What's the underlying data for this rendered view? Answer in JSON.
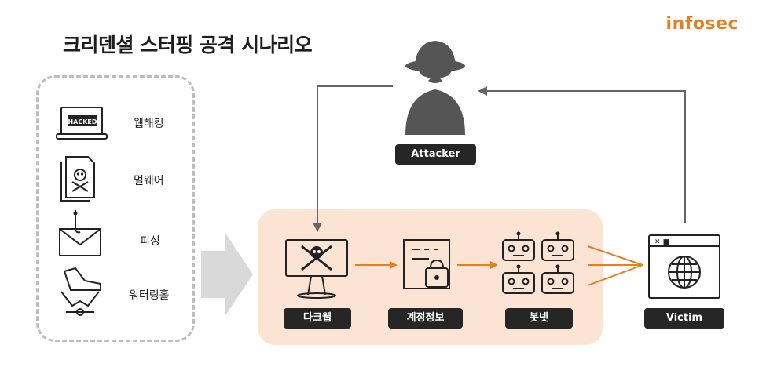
{
  "title": "크리덴셜 스터핑 공격 시나리오",
  "brand": "infosec",
  "methods": [
    {
      "label": "웹해킹",
      "icon": "hacked-laptop-icon",
      "icon_text": "HACKED"
    },
    {
      "label": "멀웨어",
      "icon": "malware-file-icon"
    },
    {
      "label": "피싱",
      "icon": "phishing-envelope-icon"
    },
    {
      "label": "워터링홀",
      "icon": "watering-hole-trap-icon"
    }
  ],
  "attacker": {
    "label": "Attacker",
    "icon": "hooded-hacker-icon"
  },
  "victim": {
    "label": "Victim",
    "icon": "browser-globe-icon"
  },
  "flow": [
    {
      "label": "다크웹",
      "icon": "darkweb-skull-monitor-icon"
    },
    {
      "label": "계정정보",
      "icon": "credential-lock-document-icon"
    },
    {
      "label": "봇넷",
      "icon": "botnet-robots-icon"
    }
  ],
  "colors": {
    "accent": "#e67e22",
    "dark": "#262626",
    "peach": "#fbe4d4",
    "gray_line": "#666666"
  }
}
